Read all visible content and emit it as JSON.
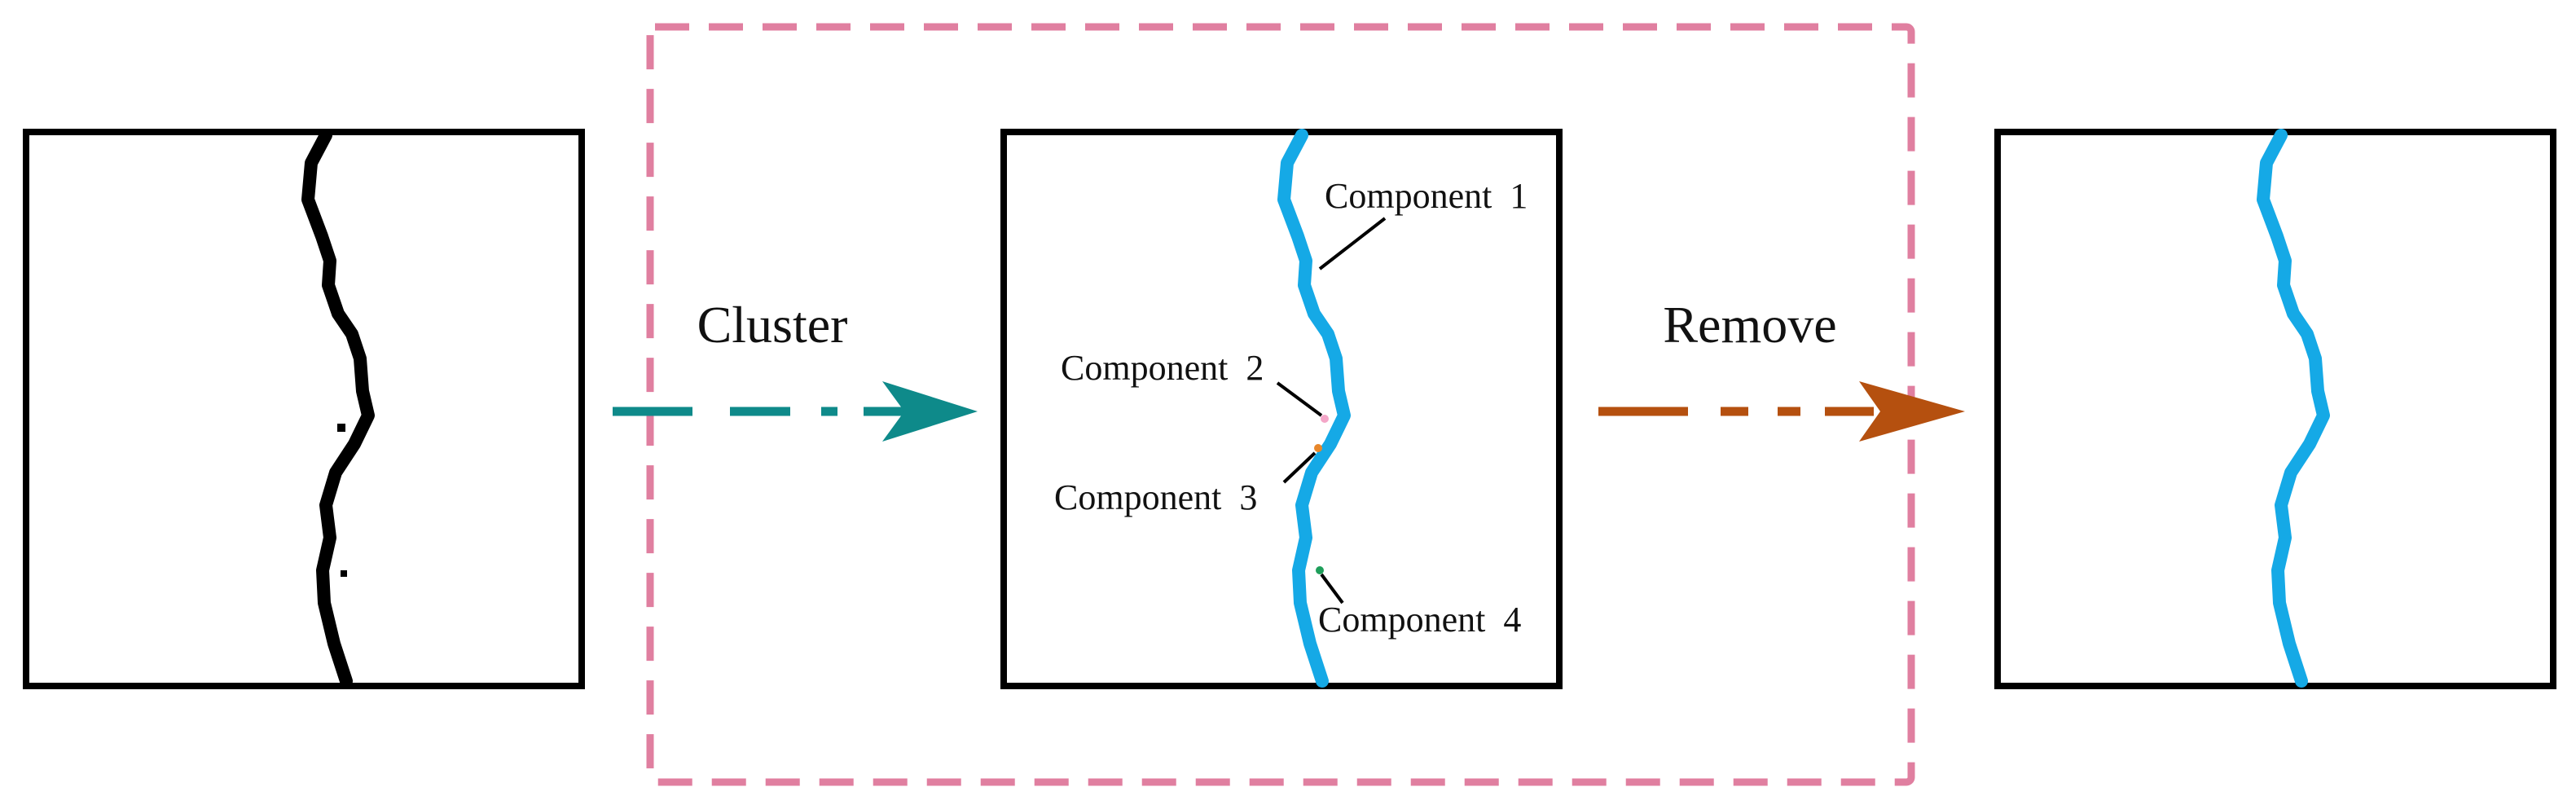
{
  "diagram": {
    "step_labels": {
      "cluster": "Cluster",
      "remove": "Remove"
    },
    "components": [
      {
        "id": 1,
        "label": "Component  1"
      },
      {
        "id": 2,
        "label": "Component  2"
      },
      {
        "id": 3,
        "label": "Component  3"
      },
      {
        "id": 4,
        "label": "Component  4"
      }
    ],
    "colors": {
      "crack_input": "#000000",
      "crack_component_main": "#15A9E6",
      "component_2": "#F4A6C8",
      "component_3": "#E8872A",
      "component_4": "#1E9E5A",
      "cluster_arrow": "#0E8A8A",
      "remove_arrow": "#B5500F",
      "highlight_box": "#E07FA0",
      "panel_border": "#000000"
    }
  }
}
